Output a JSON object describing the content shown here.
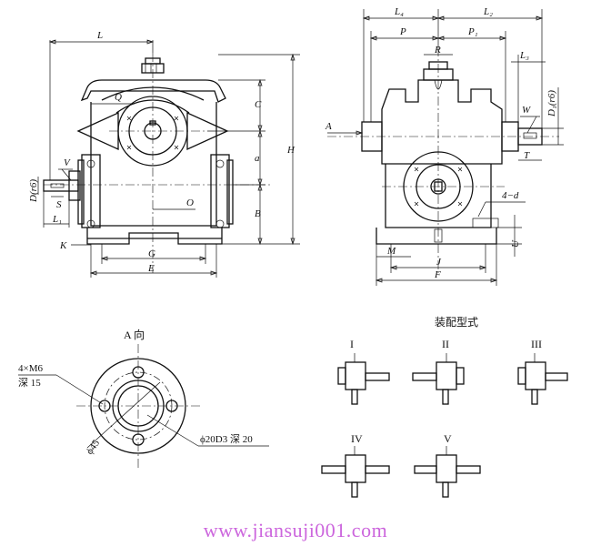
{
  "left_view_labels": {
    "L": "L",
    "Q": "Q",
    "C": "C",
    "H": "H",
    "a": "a",
    "B": "B",
    "O": "O",
    "G": "G",
    "E": "E",
    "K": "K",
    "V": "V",
    "S": "S",
    "L1": "L₁",
    "D_r6": "D(r6)"
  },
  "right_view_labels": {
    "L4": "L₄",
    "L2": "L₂",
    "P": "P",
    "P1": "P₁",
    "R": "R",
    "L3": "L₃",
    "A": "A",
    "W": "W",
    "D1_r6": "D₁(r6)",
    "T": "T",
    "four_d": "4−d",
    "M": "M",
    "J": "J",
    "F": "F",
    "U": "U"
  },
  "a_view": {
    "title": "A 向",
    "thread_note_line1": "4×M6",
    "thread_note_line2": "深 15",
    "pcd": "ϕ45",
    "bore_note": "ϕ20D3 深 20"
  },
  "assembly": {
    "title": "装配型式",
    "forms": [
      "I",
      "II",
      "III",
      "IV",
      "V"
    ]
  },
  "watermark": "www.jiansuji001.com"
}
